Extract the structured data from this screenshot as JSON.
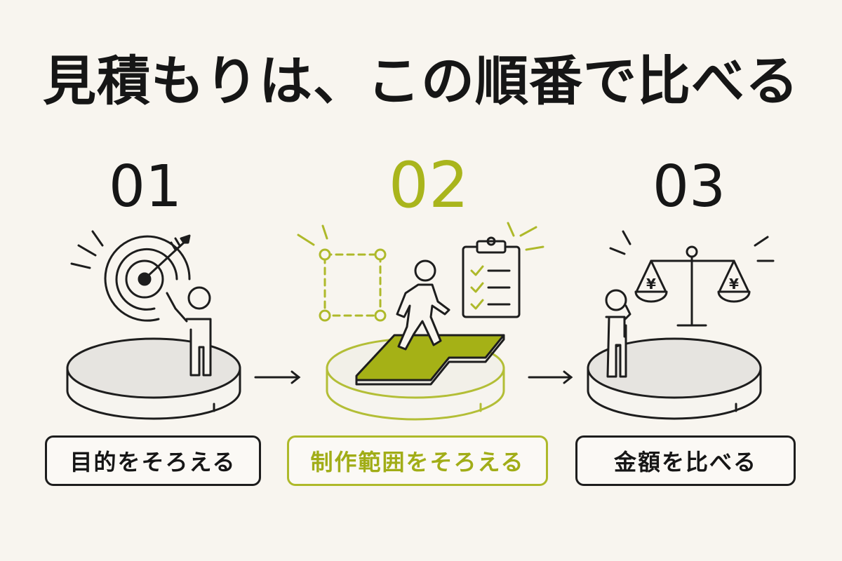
{
  "title": "見積もりは、この順番で比べる",
  "colors": {
    "accent": "#a9b51c",
    "ink": "#161616",
    "background": "#f8f5ef"
  },
  "steps": [
    {
      "number": "01",
      "label": "目的をそろえる",
      "icon": "target-icon",
      "active": false
    },
    {
      "number": "02",
      "label": "制作範囲をそろえる",
      "icon": "walking-person-checklist-icon",
      "active": true
    },
    {
      "number": "03",
      "label": "金額を比べる",
      "icon": "balance-scale-yen-icon",
      "active": false
    }
  ],
  "scale_pan_symbol": "¥"
}
